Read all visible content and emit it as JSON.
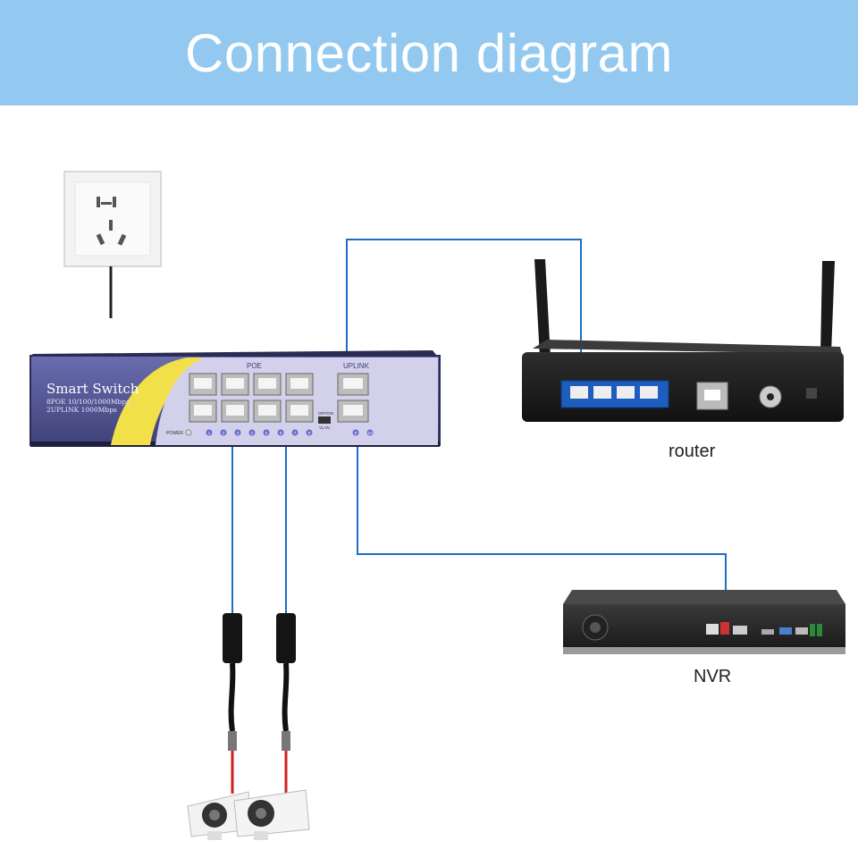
{
  "header": {
    "title": "Connection diagram"
  },
  "switch": {
    "brand": "Smart Switch",
    "spec_line1": "8POE 10/100/1000Mbps",
    "spec_line2": "2UPLINK 1000Mbps",
    "poe_label": "POE",
    "uplink_label": "UPLINK",
    "power_label": "POWER",
    "vlan_label": "VLAN",
    "offon_label": "OFF/ON",
    "port_numbers": [
      "1",
      "2",
      "3",
      "4",
      "5",
      "6",
      "7",
      "8",
      "9",
      "10"
    ]
  },
  "labels": {
    "router": "router",
    "nvr": "NVR"
  },
  "colors": {
    "header_bg": "#93c9f0",
    "cable_blue": "#1a6fc4",
    "switch_body": "#5b5e9c",
    "accent_yellow": "#f2e04a"
  }
}
